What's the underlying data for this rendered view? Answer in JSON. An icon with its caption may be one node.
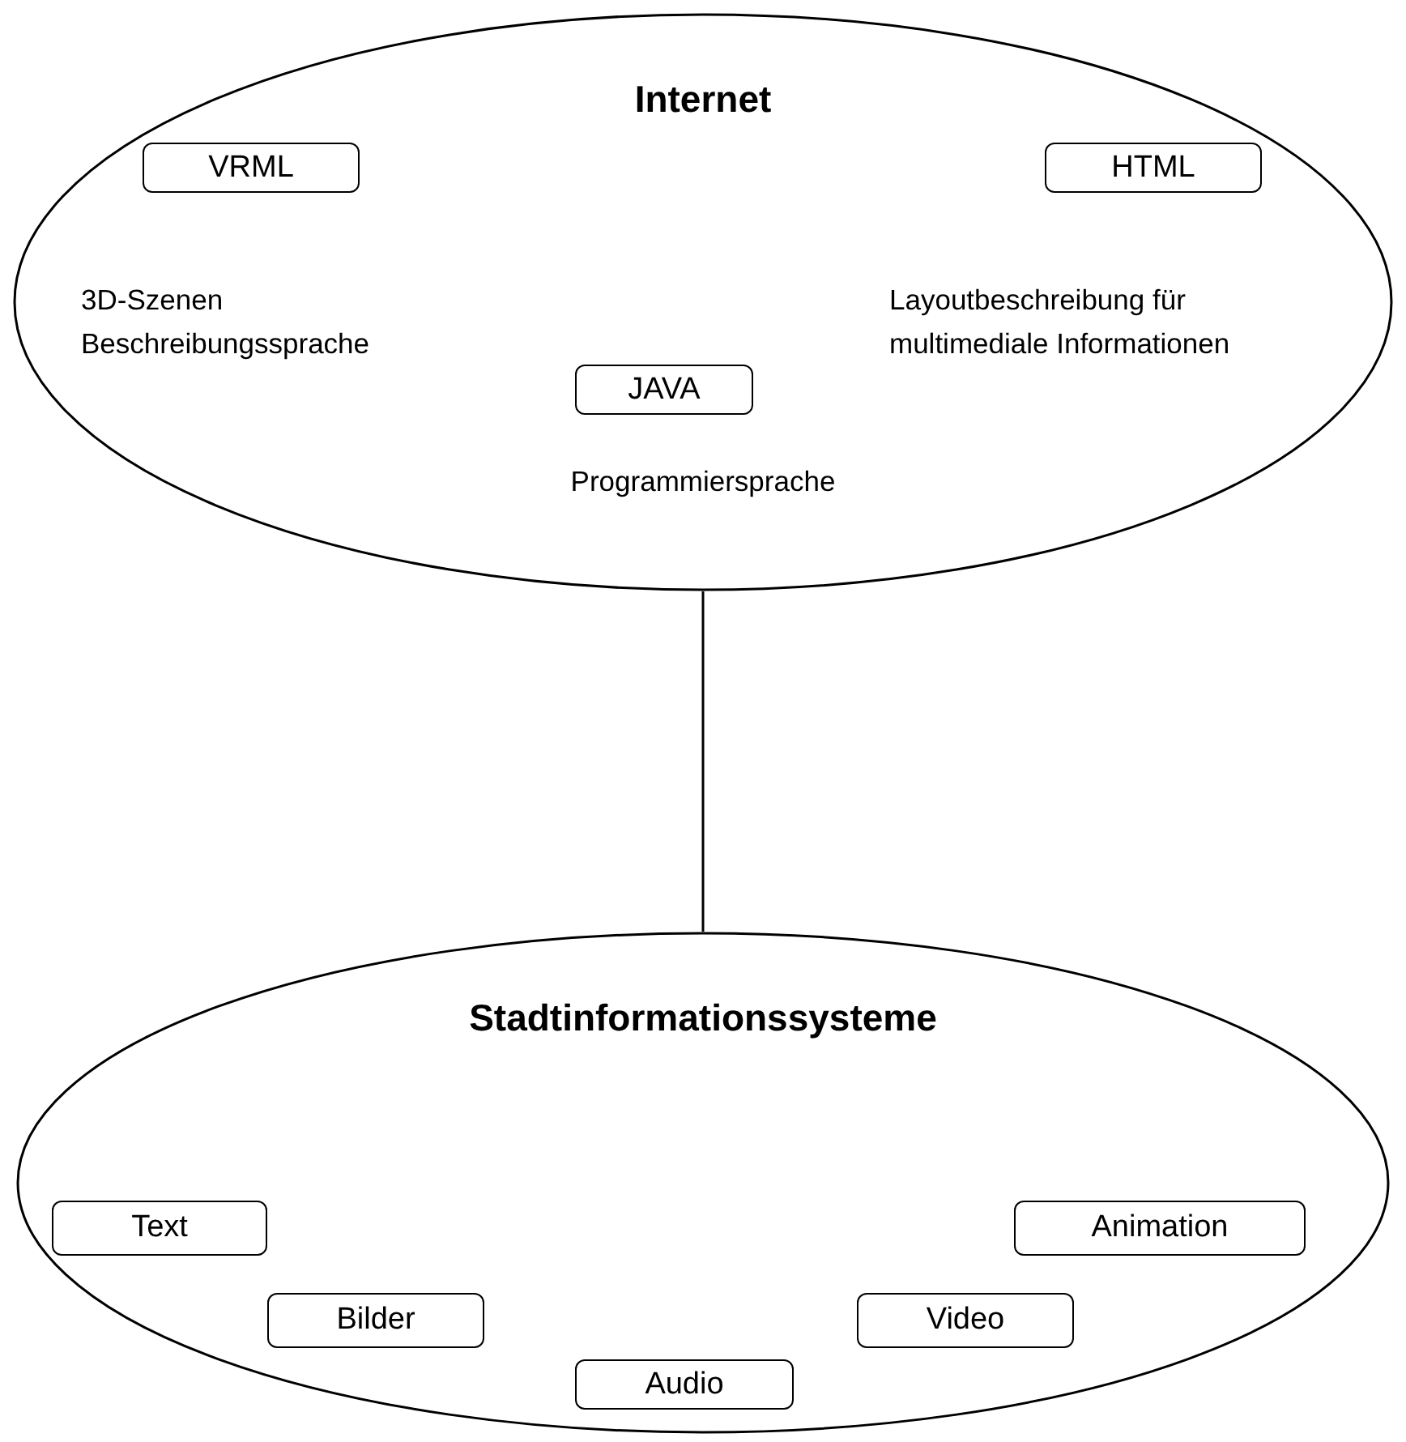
{
  "diagram": {
    "nodes": [
      {
        "text": [
          "Internet"
        ]
      },
      {
        "text": [
          "VRML"
        ],
        "in": 0,
        "beside": [
          "3D-Szenen Beschreibungssprache"
        ]
      },
      {
        "text": [
          "HTML"
        ],
        "in": 0,
        "beside": [
          "Layoutbeschreibung für multimediale Informationen"
        ]
      },
      {
        "text": [
          "JAVA"
        ],
        "in": 0,
        "beside": [
          "Programmiersprache"
        ]
      },
      {
        "text": [
          "Stadtinformationssysteme"
        ]
      },
      {
        "text": [
          "Text"
        ],
        "in": 4
      },
      {
        "text": [
          "Animation"
        ],
        "in": 4
      },
      {
        "text": [
          "Bilder"
        ],
        "in": 4
      },
      {
        "text": [
          "Video"
        ],
        "in": 4
      },
      {
        "text": [
          "Audio"
        ],
        "in": 4
      }
    ],
    "edges": [
      {
        "from": 0,
        "to": 4,
        "arrow": "none"
      }
    ]
  }
}
